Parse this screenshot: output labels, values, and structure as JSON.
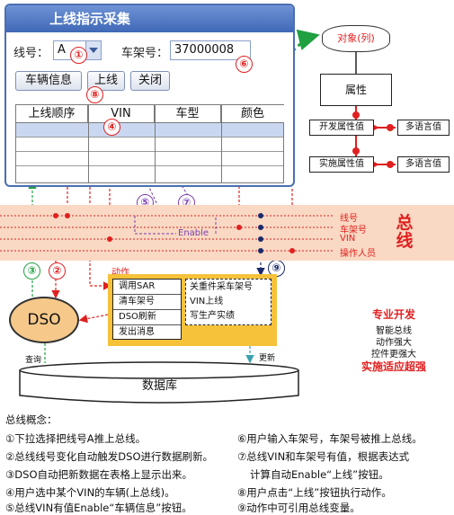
{
  "window": {
    "title": "上线指示采集",
    "line_label": "线号：",
    "line_value": "A",
    "vin_label": "车架号：",
    "vin_value": "37000008",
    "buttons": [
      "车辆信息",
      "上线",
      "关闭"
    ],
    "columns": [
      "上线顺序",
      "VIN",
      "车型",
      "颜色"
    ]
  },
  "markers": [
    "①",
    "②",
    "③",
    "④",
    "⑤",
    "⑥",
    "⑦",
    "⑧",
    "⑨"
  ],
  "enable_label": "Enable",
  "bus": {
    "title": "总线",
    "lines": [
      "线号",
      "车架号",
      "VIN",
      "操作人员"
    ]
  },
  "model": {
    "object": "对象(列)",
    "attribute": "属性",
    "dev_attr": "开发属性值",
    "impl_attr": "实施属性值",
    "multilang": "多语言值"
  },
  "action": {
    "title": "动作",
    "items": [
      "调用SAR",
      "清车架号",
      "DSO刷新",
      "发出消息"
    ],
    "details": [
      "关重件采车架号",
      "VIN上线",
      "写生产实绩"
    ]
  },
  "dso": "DSO",
  "database": {
    "label": "数据库",
    "query": "查询",
    "update": "更新"
  },
  "features": {
    "heading": "专业开发",
    "items": [
      "智能总线",
      "动作强大",
      "控件更强大"
    ],
    "footer": "实施适应超强"
  },
  "notes": {
    "title": "总线概念：",
    "left": [
      "①下拉选择把线号A推上总线。",
      "②总线线号变化自动触发DSO进行数据刷新。",
      "③DSO自动把新数据在表格上显示出来。",
      "④用户选中某个VIN的车辆(上总线)。",
      "⑤总线VIN有值Enable“车辆信息”按钮。"
    ],
    "right": [
      "⑥用户输入车架号，车架号被推上总线。",
      "⑦总线VIN和车架号有值，根据表达式",
      "计算自动Enable“上线”按钮。",
      "⑧用户点击“上线”按钮执行动作。",
      "⑨动作中可引用总线变量。"
    ]
  },
  "colors": {
    "accent_red": "#e02020",
    "window_blue": "#3f68b6",
    "bus_band": "#f9d9c3",
    "action_yellow": "#f6c23a",
    "dso_fill": "#f6c98a",
    "green": "#20a040",
    "purple": "#7a3fb0",
    "navy": "#1a2a6a"
  }
}
